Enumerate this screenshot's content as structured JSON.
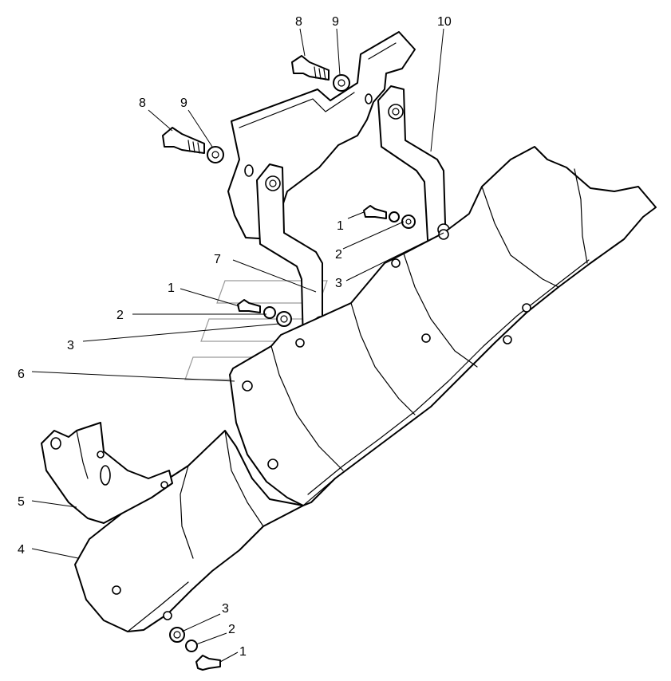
{
  "callouts": [
    {
      "id": "c8a",
      "label": "8"
    },
    {
      "id": "c9a",
      "label": "9"
    },
    {
      "id": "c10",
      "label": "10"
    },
    {
      "id": "c8b",
      "label": "8"
    },
    {
      "id": "c9b",
      "label": "9"
    },
    {
      "id": "c1a",
      "label": "1"
    },
    {
      "id": "c2a",
      "label": "2"
    },
    {
      "id": "c3a",
      "label": "3"
    },
    {
      "id": "c7",
      "label": "7"
    },
    {
      "id": "c1b",
      "label": "1"
    },
    {
      "id": "c2b",
      "label": "2"
    },
    {
      "id": "c3b",
      "label": "3"
    },
    {
      "id": "c6",
      "label": "6"
    },
    {
      "id": "c5",
      "label": "5"
    },
    {
      "id": "c4",
      "label": "4"
    },
    {
      "id": "c3c",
      "label": "3"
    },
    {
      "id": "c2c",
      "label": "2"
    },
    {
      "id": "c1c",
      "label": "1"
    }
  ]
}
